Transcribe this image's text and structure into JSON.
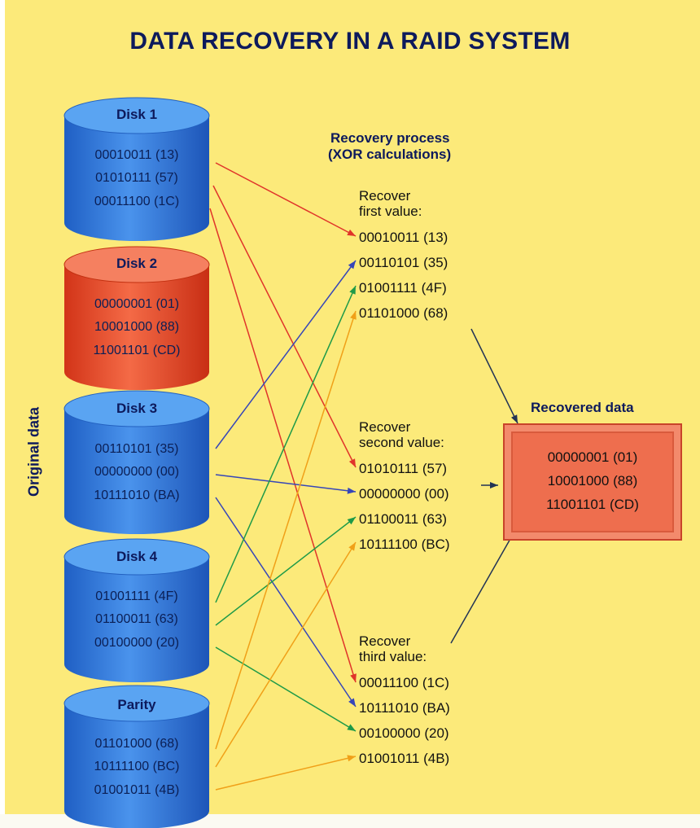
{
  "title": "DATA RECOVERY IN A RAID SYSTEM",
  "side_label": "Original data",
  "disks": [
    {
      "name": "Disk 1",
      "values": [
        "00010011 (13)",
        "01010111 (57)",
        "00011100 (1C)"
      ],
      "color": "#2f78d8"
    },
    {
      "name": "Disk 2",
      "values": [
        "00000001 (01)",
        "10001000 (88)",
        "11001101 (CD)"
      ],
      "color": "#e8442a"
    },
    {
      "name": "Disk 3",
      "values": [
        "00110101 (35)",
        "00000000 (00)",
        "10111010 (BA)"
      ],
      "color": "#2f78d8"
    },
    {
      "name": "Disk 4",
      "values": [
        "01001111 (4F)",
        "01100011 (63)",
        "00100000 (20)"
      ],
      "color": "#2f78d8"
    },
    {
      "name": "Parity",
      "values": [
        "01101000 (68)",
        "10111100 (BC)",
        "01001011 (4B)"
      ],
      "color": "#2f78d8"
    }
  ],
  "process_heading": [
    "Recovery process",
    "(XOR calculations)"
  ],
  "groups": [
    {
      "label": [
        "Recover",
        "first value:"
      ],
      "values": [
        "00010011 (13)",
        "00110101 (35)",
        "01001111 (4F)",
        "01101000 (68)"
      ]
    },
    {
      "label": [
        "Recover",
        "second value:"
      ],
      "values": [
        "01010111 (57)",
        "00000000 (00)",
        "01100011 (63)",
        "10111100 (BC)"
      ]
    },
    {
      "label": [
        "Recover",
        "third value:"
      ],
      "values": [
        "00011100 (1C)",
        "10111010 (BA)",
        "00100000 (20)",
        "01001011 (4B)"
      ]
    }
  ],
  "result_heading": "Recovered data",
  "recovered": [
    "00000001 (01)",
    "10001000 (88)",
    "11001101 (CD)"
  ],
  "arrow_colors": {
    "disk1": "#e0342a",
    "disk3": "#3646b8",
    "disk4": "#1e9a48",
    "parity": "#f0a018",
    "result": "#223355"
  }
}
